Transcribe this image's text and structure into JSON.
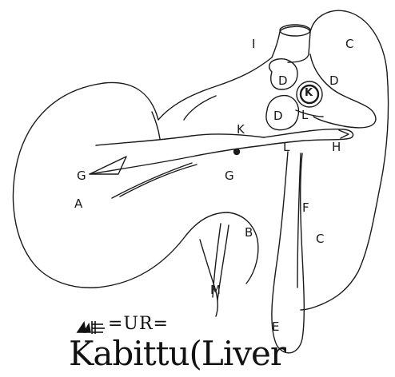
{
  "labels": {
    "I": "I",
    "C_top": "C",
    "D_left": "D",
    "D_right": "D",
    "K_circle": "K",
    "D_lower": "D",
    "L_upper": "L",
    "K_mid": "K",
    "L_mid": "L",
    "H": "H",
    "G_left": "G",
    "G_mid": "G",
    "A": "A",
    "F": "F",
    "B": "B",
    "C_right": "C",
    "M": "M",
    "E": "E"
  },
  "caption": {
    "ur": "=UR=",
    "title": "Kabittu(Liver"
  },
  "colors": {
    "ink": "#1a1a1a",
    "paper": "#ffffff"
  }
}
